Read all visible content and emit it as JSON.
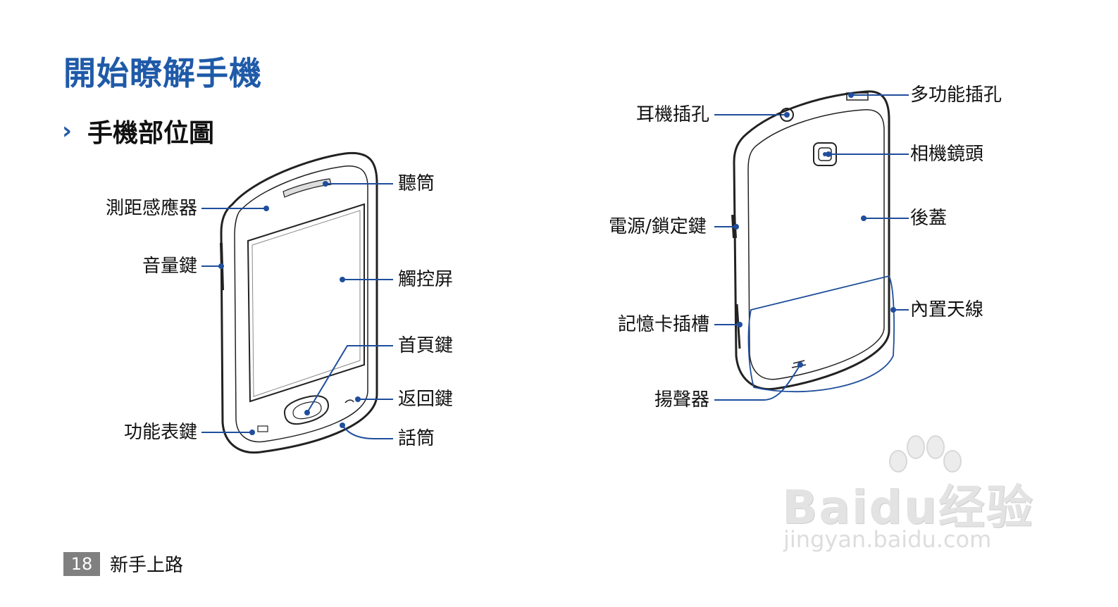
{
  "page": {
    "title": "開始瞭解手機",
    "section_title": "手機部位圖",
    "section_marker": "›"
  },
  "front_labels": {
    "proximity_sensor": "測距感應器",
    "volume_key": "音量鍵",
    "menu_key": "功能表鍵",
    "earpiece": "聽筒",
    "touch_screen": "觸控屏",
    "home_key": "首頁鍵",
    "back_key": "返回鍵",
    "mouthpiece": "話筒"
  },
  "back_labels": {
    "headset_jack": "耳機插孔",
    "power_lock_key": "電源/鎖定鍵",
    "memory_card_slot": "記憶卡插槽",
    "speaker": "揚聲器",
    "multifunction_jack": "多功能插孔",
    "camera_lens": "相機鏡頭",
    "back_cover": "後蓋",
    "internal_antenna": "內置天線"
  },
  "footer": {
    "page_number": "18",
    "chapter": "新手上路"
  },
  "watermark": {
    "brand": "Baidu经验",
    "url": "jingyan.baidu.com",
    "icon": "paw-icon"
  },
  "colors": {
    "accent": "#1f5aa8",
    "leader": "#1f4e9c",
    "outline": "#222222"
  }
}
